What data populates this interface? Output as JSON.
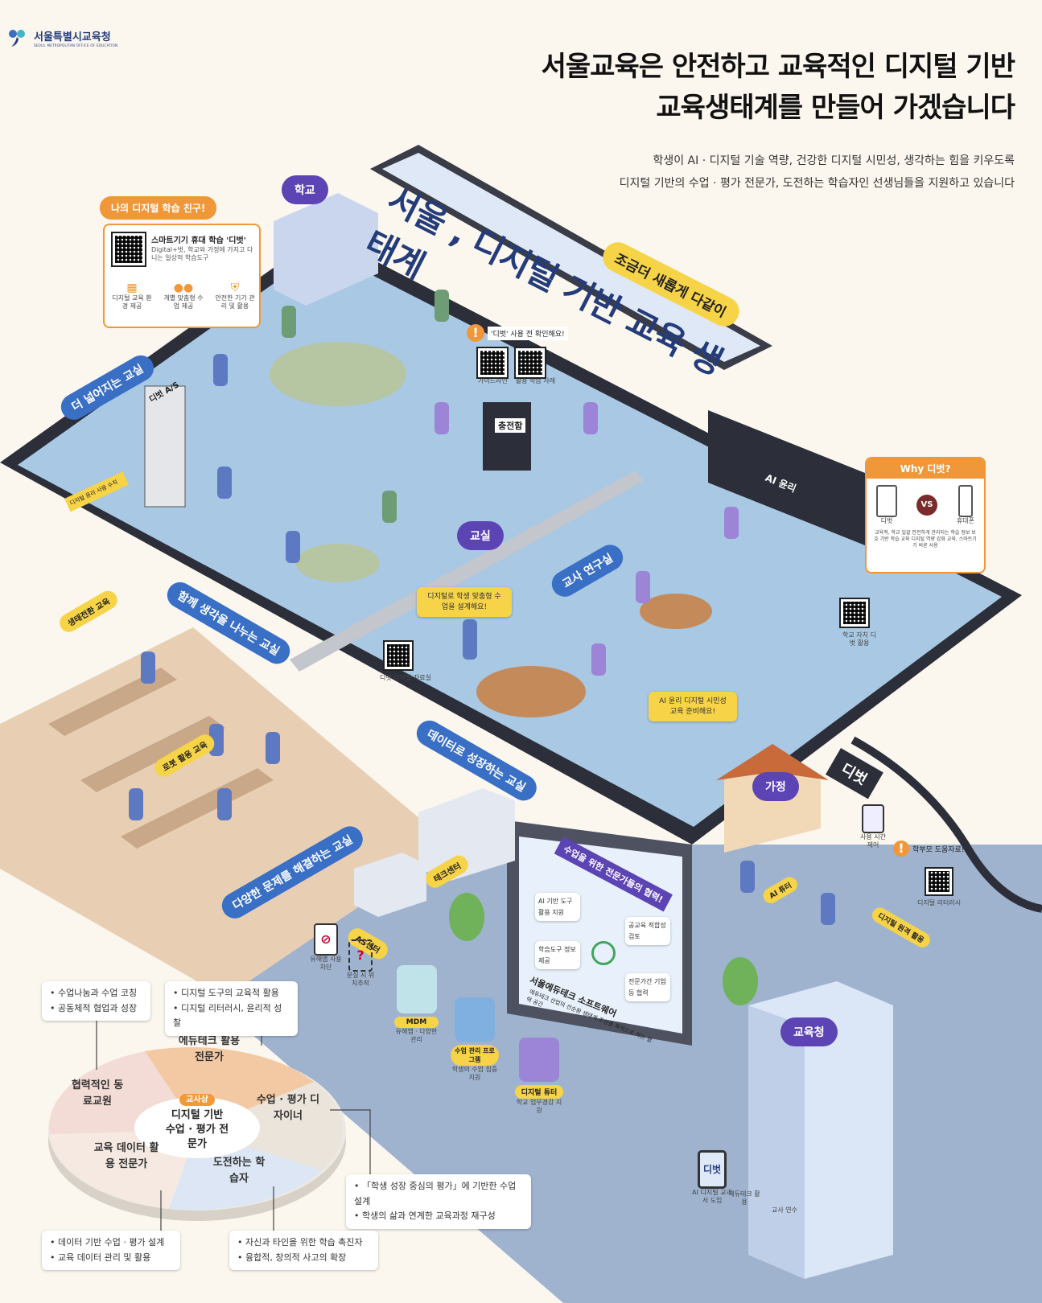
{
  "header": {
    "org_name": "서울특별시교육청",
    "org_name_en": "SEOUL METROPOLITAN OFFICE OF EDUCATION",
    "title_line1": "서울교육은 안전하고 교육적인 디지털 기반",
    "title_line2": "교육생태계를 만들어 가겠습니다",
    "subtitle_line1": "학생이 AI · 디지털 기술 역량, 건강한 디지털 시민성, 생각하는 힘을 키우도록",
    "subtitle_line2": "디지털 기반의 수업 · 평가 전문가, 도전하는 학습자인 선생님들을 지원하고 있습니다"
  },
  "banner": {
    "main": "서울 , 디지털 기반 교육 생태계",
    "tag": "조금더 새롭게 다같이"
  },
  "places": {
    "school": "학교",
    "classroom": "교실",
    "home": "가정",
    "office": "교육청",
    "device": "디벗"
  },
  "zones": {
    "wider_class": "더 넓어지는 교실",
    "thinking_class": "함께 생각을 나누는 교실",
    "teacher_lab": "교사 연구실",
    "data_class": "데이터로 성장하는 교실",
    "problem_class": "다양한 문제를 해결하는 교실"
  },
  "friend_card": {
    "head": "나의 디지털 학습 친구!",
    "title": "스마트기기 휴대 학습 '디벗'",
    "desc": "Digital+벗, 학교와 가정에 가지고 다니는 일상적 학습도구",
    "items": [
      "디지털 교육 환경 제공",
      "개별 맞춤형 수업 제공",
      "안전한 기기 관리 및 활용"
    ]
  },
  "check_card": {
    "head": "'디벗' 사용 전 확인해요!",
    "qr1": "가이드라인",
    "qr2": "활용 학습 사례"
  },
  "why_card": {
    "head": "Why 디벗?",
    "left": "디벗",
    "vs": "VS",
    "right": "휴대폰",
    "desc": "교육적, 학교 일괄 안전하게 관리되는 학습 정보 보호 기반 학습 교육 디지털 역량 강화 교육, 스마트기기 바른 사용"
  },
  "labels": {
    "dibut_as": "디벗 A/S",
    "charger": "충전함",
    "ai_ethics": "AI 윤리",
    "design_class": "디지털로 학생 맞춤형 수업을 설계해요!",
    "dibut_materials": "디벗 디지털 자료실",
    "ai_ethics_prep": "AI 윤리 디지털 시민성교육 준비해요!",
    "school_dibut": "학교 자치 디벗 활용",
    "eco_edu": "생태전환 교육",
    "robot_edu": "로봇 활용 교육",
    "warning": "디지털 윤리 사용 수칙",
    "tech_center": "테크센터",
    "as_center": "AS센터",
    "expert_help": "수업을 위한 전문가들의 협력!",
    "edutech_sw": "서울에듀테크 소프트웨어",
    "edutech_desc": "에듀테크 산업의 선순환 생태계 조성을 목적으로 하는 협력 공간",
    "mdm": "MDM",
    "mdm_desc": "유해앱 · 다양한 관리",
    "class_program": "수업 관리 프로그램",
    "class_program_desc": "학생의 수업 집중 지원",
    "digital_tutor": "디지털 튜터",
    "digital_tutor_desc": "학교 업무경감 지원",
    "harmful_block": "유해앱 사용 차단",
    "lost_track": "분실 시 위치추적",
    "ai_tutor": "AI 튜터",
    "usage_limit": "사용 시간 제어",
    "parent_help": "학부모 도움자료!",
    "digital_literacy": "디지털 리터러시",
    "digital_training": "디지털 원격 활용",
    "ai_textbook": "AI 디지털 교과서 도입",
    "edutech_use": "에듀테크 활용",
    "teacher_training": "교사 연수",
    "ai_box1": "AI 기반 도구 활용 지원",
    "ai_box2": "학습도구 정보 제공",
    "ai_box3": "공교육 적합성 검토",
    "ai_box4": "전문가간 기업 등 협력"
  },
  "teacher_model": {
    "center_tag": "교사상",
    "center": "디지털 기반 수업 · 평가 전문가",
    "segments": [
      "에듀테크 활용 전문가",
      "수업 · 평가 디자이너",
      "도전하는 학습자",
      "교육 데이터 활용 전문가",
      "협력적인 동료교원"
    ],
    "notes": {
      "collab": [
        "수업나눔과 수업 코칭",
        "공동체적 협업과 성장"
      ],
      "edutech": [
        "디지털 도구의 교육적 활용",
        "디지털 리터러시, 윤리적 성찰"
      ],
      "design": [
        "「학생 성장 중심의 평가」에 기반한 수업설계",
        "학생의 삶과 연계한 교육과정 재구성"
      ],
      "data": [
        "데이터 기반 수업 · 평가 설계",
        "교육 데이터 관리 및 활용"
      ],
      "learner": [
        "자신과 타인을 위한 학습 촉진자",
        "융합적, 창의적 사고의 확장"
      ]
    }
  },
  "colors": {
    "brand_navy": "#243c7a",
    "purple": "#5c44b4",
    "orange": "#f0973a",
    "floor": "#a8c8e4",
    "device": "#2c2f3a"
  }
}
